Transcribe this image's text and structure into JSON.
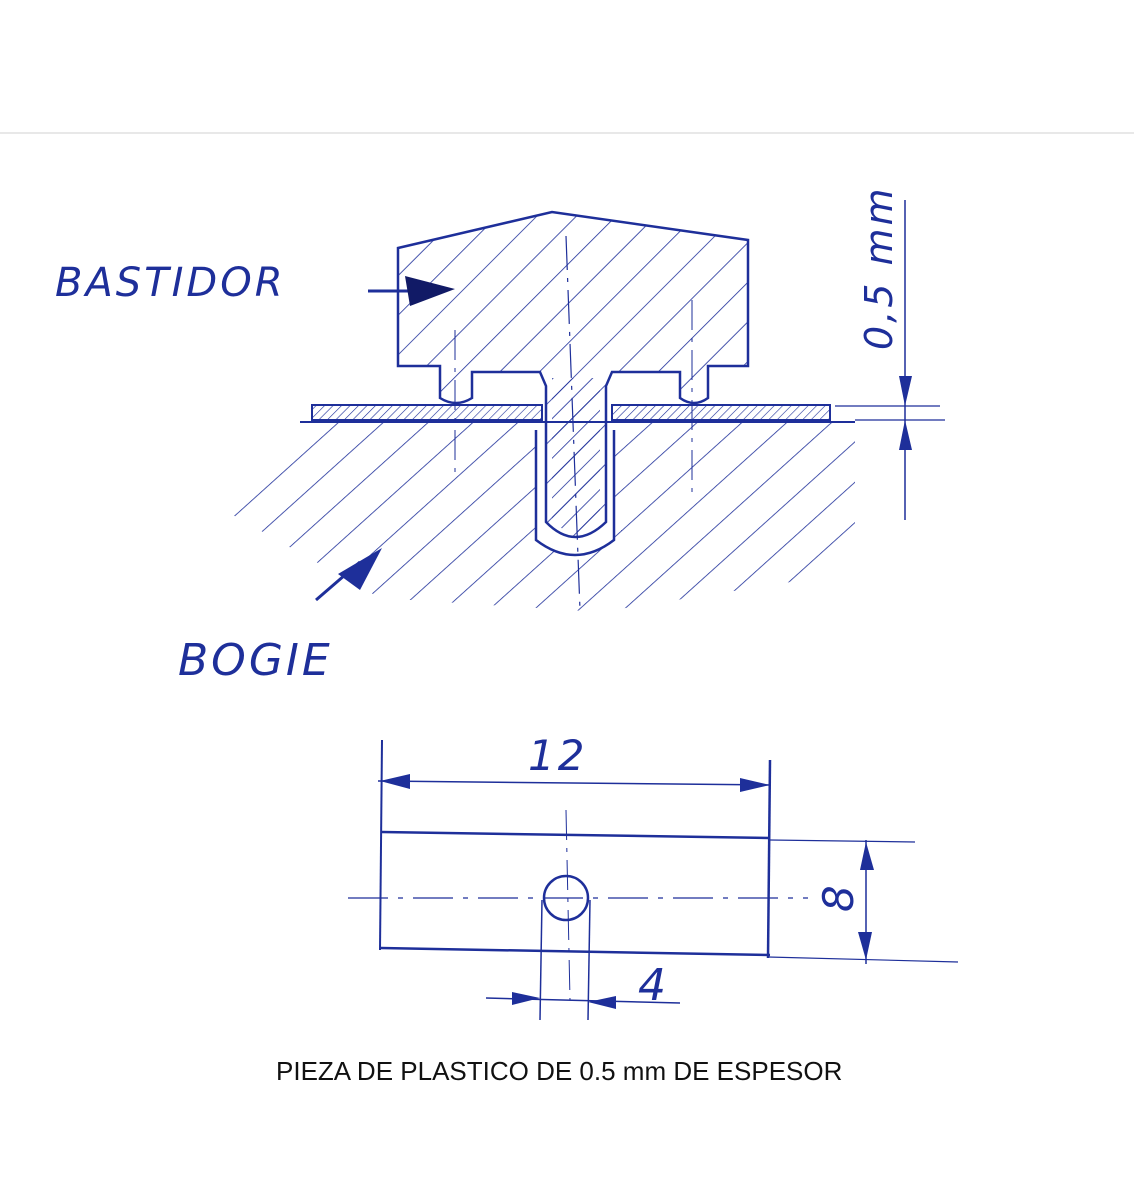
{
  "labels": {
    "bastidor": "BASTIDOR",
    "bogie": "BOGIE",
    "thickness": "0,5 mm",
    "width": "12",
    "height": "8",
    "hole": "4"
  },
  "caption": "PIEZA DE PLASTICO DE 0.5 mm DE ESPESOR",
  "colors": {
    "ink": "#1e2f9a",
    "text": "#111111"
  }
}
